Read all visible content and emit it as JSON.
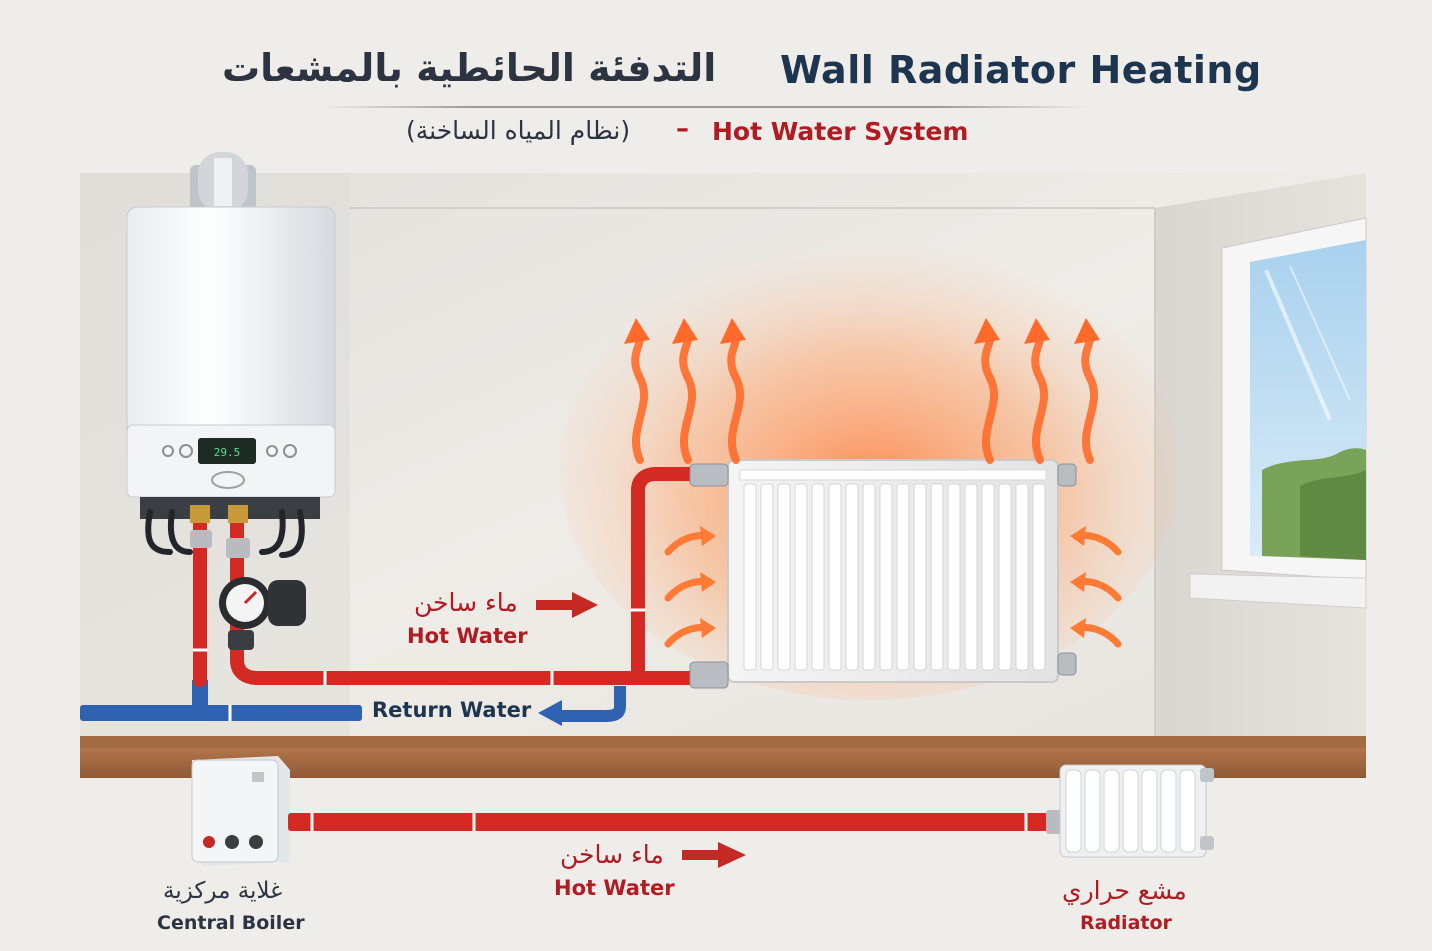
{
  "header": {
    "title_en": "Wall Radiator Heating",
    "title_ar": "التدفئة الحائطية بالمشعات",
    "subtitle_ar": "(نظام المياه الساخنة)",
    "subtitle_dash": "–",
    "subtitle_en": "Hot Water System"
  },
  "room": {
    "boiler_display": "29.5",
    "hot_water_ar": "ماء ساخن",
    "hot_water_en": "Hot Water",
    "return_water_en": "Return Water"
  },
  "schematic": {
    "hot_water_ar": "ماء ساخن",
    "hot_water_en": "Hot Water",
    "boiler_ar": "غلاية مركزية",
    "boiler_en": "Central Boiler",
    "radiator_ar": "مشع حراري",
    "radiator_en": "Radiator"
  },
  "colors": {
    "hot_pipe": "#d42a24",
    "return_pipe": "#2f62b0",
    "heat": "#ff6a2a",
    "title": "#1e3550",
    "accent_text": "#b01c22"
  },
  "icons": [
    "boiler-icon",
    "radiator-icon",
    "pump-icon",
    "heat-wave-icon",
    "arrow-right-icon",
    "arrow-left-icon",
    "window-icon"
  ]
}
